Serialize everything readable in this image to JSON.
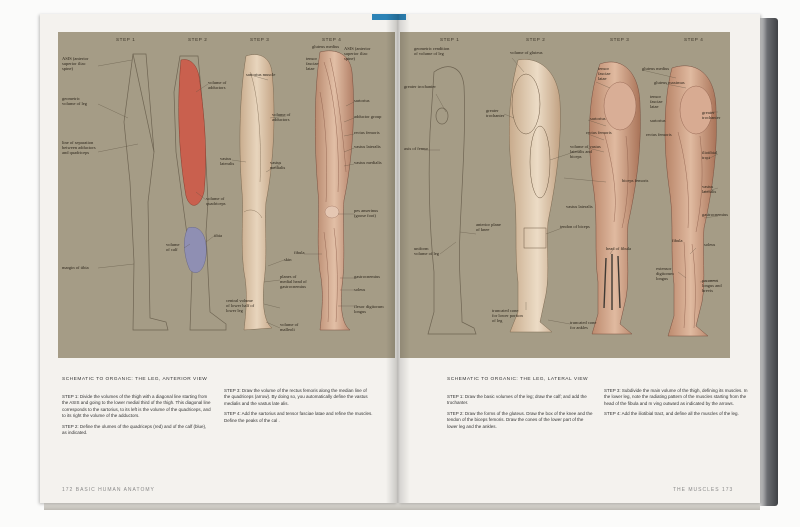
{
  "left_page": {
    "steps": [
      "STEP 1",
      "STEP 2",
      "STEP 3",
      "STEP 4"
    ],
    "labels": {
      "asis": "ASIS (anterior\nsuperior iliac\nspine)",
      "geometric_volume": "geometric\nvolume of leg",
      "line_separation": "line of separation\nbetween adductors\nand quadriceps",
      "margin_tibia": "margin of tibia",
      "volume_adductors": "volume of\nadductors",
      "volume_quadriceps": "volume of\nquadriceps",
      "volume_calf": "volume\nof calf",
      "tibia": "tibia",
      "sartorius_muscle": "sartorius muscle",
      "volume_adductors_3": "volume of\nadductors",
      "vastus_lateralis_3": "vastus\nlateralis",
      "vastus_medialis_3": "vastus\nmedialis",
      "skin": "skin",
      "planes_medial_head": "planes of\nmedial head of\ngastrocnemius",
      "central_volume": "central volume\nof lower half of\nlower leg",
      "volume_malleoli": "volume of\nmalleoli",
      "gluteus_medius": "gluteus medius",
      "tensor_fasciae": "tensor\nfasciae\nlatae",
      "asis_4": "ASIS (anterior\nsuperior iliac\nspine)",
      "sartorius": "sartorius",
      "adductor_group": "adductor group",
      "rectus_femoris": "rectus femoris",
      "vastus_lateralis": "vastus lateralis",
      "vastus_medialis": "vastus medialis",
      "pes_anserinus": "pes anserinus\n(goose foot)",
      "fibula": "fibula",
      "gastrocnemius": "gastrocnemius",
      "soleus": "soleus",
      "flexor_digitorum": "flexor digitorum\nlongus"
    },
    "caption_title": "SCHEMATIC TO ORGANIC: THE LEG, ANTERIOR VIEW",
    "caption_col1_p1": "STEP 1: Divide the volumes of the thigh with a diagonal line starting from the ASIS and going to the lower medial third of the thigh. This diagonal line corresponds to the sartorius, to its left is the volume of the quadriceps, and to its right the volume of the adductors.",
    "caption_col1_p2": "STEP 2: Define the  olumes of the quadriceps (red) and of the calf (blue), as indicated.",
    "caption_col2_p1": "STEP 3: Draw the volume of the rectus femoris along the median line of the quadriceps (arrow). By doing so, you automatically define the vastus medialis and the vastus late alis.",
    "caption_col2_p2": "STEP 4: Add the sartorius and tensor fasciae latae and refine the muscles. Define the peaks of the cal .",
    "folio": "172   BASIC HUMAN ANATOMY"
  },
  "right_page": {
    "steps": [
      "STEP 1",
      "STEP 2",
      "STEP 3",
      "STEP 4"
    ],
    "labels": {
      "geometric_rendition": "geometric rendition\nof volume of leg",
      "greater_trochanter": "greater trochanter",
      "axis_femur": "axis of femur",
      "anterior_plane_knee": "anterior plane\nof knee",
      "uniform_volume": "uniform\nvolume of leg",
      "volume_gluteus": "volume of gluteus",
      "greater_trochanter_2": "greater\ntrochanter",
      "volume_vastus": "volume of vastus\nlateralis and\nbiceps",
      "tendon_biceps": "tendon of biceps",
      "truncated_cone": "truncated cone\nfor lower portion\nof leg",
      "truncated_cone_ankles": "truncated cone\nfor ankles",
      "tensor_fasciae_3": "tensor\nfasciae\nlatae",
      "sartorius_3": "sartorius",
      "rectus_femoris_3": "rectus femoris",
      "vastus_lateralis_3": "vastus lateralis",
      "biceps_femoris": "biceps femoris",
      "head_fibula": "head of fibula",
      "gluteus_medius": "gluteus medius",
      "gluteus_maximus": "gluteus maximus",
      "tensor_fasciae_4": "tensor\nfasciae\nlatae",
      "sartorius_4": "sartorius",
      "rectus_femoris_4": "rectus femoris",
      "greater_trochanter_4": "greater trochanter",
      "iliotibial_tract": "iliotibial\ntract",
      "vastus_lateralis_4": "vastus\nlateralis",
      "gastrocnemius": "gastrocnemius",
      "fibula": "fibula",
      "soleus": "soleus",
      "extensor_digitorum": "extensor\ndigitorum\nlongus",
      "peroneus": "peroneus\nlongus and\nbrevis"
    },
    "caption_title": "SCHEMATIC TO ORGANIC: THE LEG, LATERAL VIEW",
    "caption_col1_p1": "STEP 1: Draw the basic volumes of the leg; draw the calf; and add the trochanter.",
    "caption_col1_p2": "STEP 2: Draw the forms of the gluteus. Draw the box of the knee and the tendon of the biceps femoris. Draw the cones of the lower part of the lower leg and the ankles.",
    "caption_col2_p1": "STEP 3: Subdivide the main volume of the thigh, defining its muscles. In the lower leg, note the radiating pattern of the muscles starting from the head of the fibula and m ving outward as indicated by the arrows.",
    "caption_col2_p2": "STEP 4: Add the iliotibial tract, and define all the muscles of the leg.",
    "folio": "THE MUSCLES   173"
  }
}
